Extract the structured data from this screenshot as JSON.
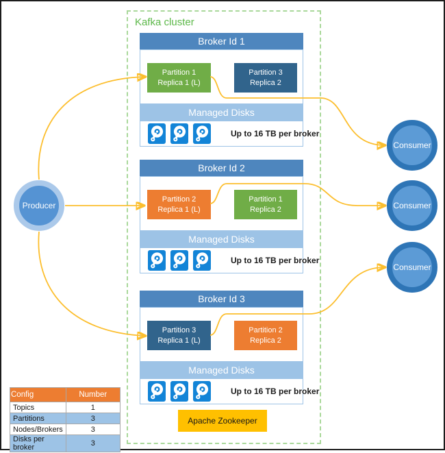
{
  "cluster": {
    "label": "Kafka cluster"
  },
  "producer": {
    "label": "Producer"
  },
  "consumers": [
    {
      "label": "Consumer"
    },
    {
      "label": "Consumer"
    },
    {
      "label": "Consumer"
    }
  ],
  "brokers": [
    {
      "title": "Broker Id 1",
      "partitions": [
        {
          "line1": "Partition 1",
          "line2": "Replica 1 (L)",
          "color": "green"
        },
        {
          "line1": "Partition 3",
          "line2": "Replica 2",
          "color": "darkblue"
        }
      ],
      "managed_disks_label": "Managed Disks",
      "disk_note": "Up to 16 TB per broker",
      "disk_count": 3
    },
    {
      "title": "Broker Id 2",
      "partitions": [
        {
          "line1": "Partition 2",
          "line2": "Replica 1 (L)",
          "color": "orange"
        },
        {
          "line1": "Partition 1",
          "line2": "Replica 2",
          "color": "green"
        }
      ],
      "managed_disks_label": "Managed Disks",
      "disk_note": "Up to 16 TB per broker",
      "disk_count": 3
    },
    {
      "title": "Broker Id 3",
      "partitions": [
        {
          "line1": "Partition 3",
          "line2": "Replica 1 (L)",
          "color": "darkblue"
        },
        {
          "line1": "Partition 2",
          "line2": "Replica 2",
          "color": "orange"
        }
      ],
      "managed_disks_label": "Managed Disks",
      "disk_note": "Up to 16 TB per broker",
      "disk_count": 3
    }
  ],
  "zookeeper": {
    "label": "Apache Zookeeper"
  },
  "config_table": {
    "headers": [
      "Config",
      "Number"
    ],
    "rows": [
      [
        "Topics",
        "1"
      ],
      [
        "Partitions",
        "3"
      ],
      [
        "Nodes/Brokers",
        "3"
      ],
      [
        "Disks per broker",
        "3"
      ]
    ]
  },
  "palette": {
    "broker_header_blue": "#4E86BE",
    "partition_green": "#70AD47",
    "partition_dark_blue": "#31648C",
    "partition_orange": "#ED7D31",
    "managed_disks_bar_blue": "#9DC3E6",
    "disk_icon_blue": "#1284D7",
    "arrow_yellow": "#FCBE2D",
    "cluster_label_green": "#5CB849",
    "cluster_border_green": "#A9D89A",
    "producer_ring": "#ABC9EA",
    "producer_fill": "#5593D3",
    "consumer_ring": "#2E75B6",
    "consumer_fill": "#5C9BD6",
    "zookeeper_yellow": "#FFC000",
    "table_header_orange": "#ED7D31",
    "table_row_blue": "#9DC3E6"
  }
}
